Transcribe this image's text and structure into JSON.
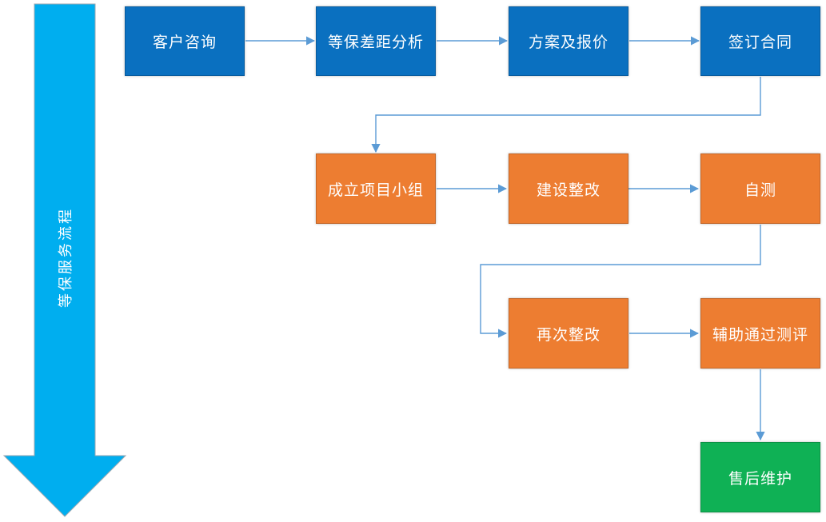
{
  "colors": {
    "banner": "#00AEEF",
    "banner-border": "#9AA7B0",
    "blue": "#0A70C0",
    "orange": "#ED7D31",
    "green": "#0FB155",
    "connector": "#5B9BD5",
    "node-text": "#FFFFFF"
  },
  "diagram": {
    "banner": {
      "label": "等保服务流程"
    },
    "nodes": [
      {
        "id": "customer-inquiry",
        "label": "客户咨询",
        "stage": "blue"
      },
      {
        "id": "gap-analysis",
        "label": "等保差距分析",
        "stage": "blue"
      },
      {
        "id": "proposal-and-quote",
        "label": "方案及报价",
        "stage": "blue"
      },
      {
        "id": "sign-contract",
        "label": "签订合同",
        "stage": "blue"
      },
      {
        "id": "form-project-team",
        "label": "成立项目小组",
        "stage": "orange"
      },
      {
        "id": "construction-rectification",
        "label": "建设整改",
        "stage": "orange"
      },
      {
        "id": "self-test",
        "label": "自测",
        "stage": "orange"
      },
      {
        "id": "second-rectification",
        "label": "再次整改",
        "stage": "orange"
      },
      {
        "id": "assist-pass-evaluation",
        "label": "辅助通过测评",
        "stage": "orange"
      },
      {
        "id": "after-sales-maintenance",
        "label": "售后维护",
        "stage": "green"
      }
    ],
    "connections": [
      {
        "from": "customer-inquiry",
        "to": "gap-analysis"
      },
      {
        "from": "gap-analysis",
        "to": "proposal-and-quote"
      },
      {
        "from": "proposal-and-quote",
        "to": "sign-contract"
      },
      {
        "from": "sign-contract",
        "to": "form-project-team"
      },
      {
        "from": "form-project-team",
        "to": "construction-rectification"
      },
      {
        "from": "construction-rectification",
        "to": "self-test"
      },
      {
        "from": "self-test",
        "to": "second-rectification"
      },
      {
        "from": "second-rectification",
        "to": "assist-pass-evaluation"
      },
      {
        "from": "assist-pass-evaluation",
        "to": "after-sales-maintenance"
      }
    ]
  }
}
